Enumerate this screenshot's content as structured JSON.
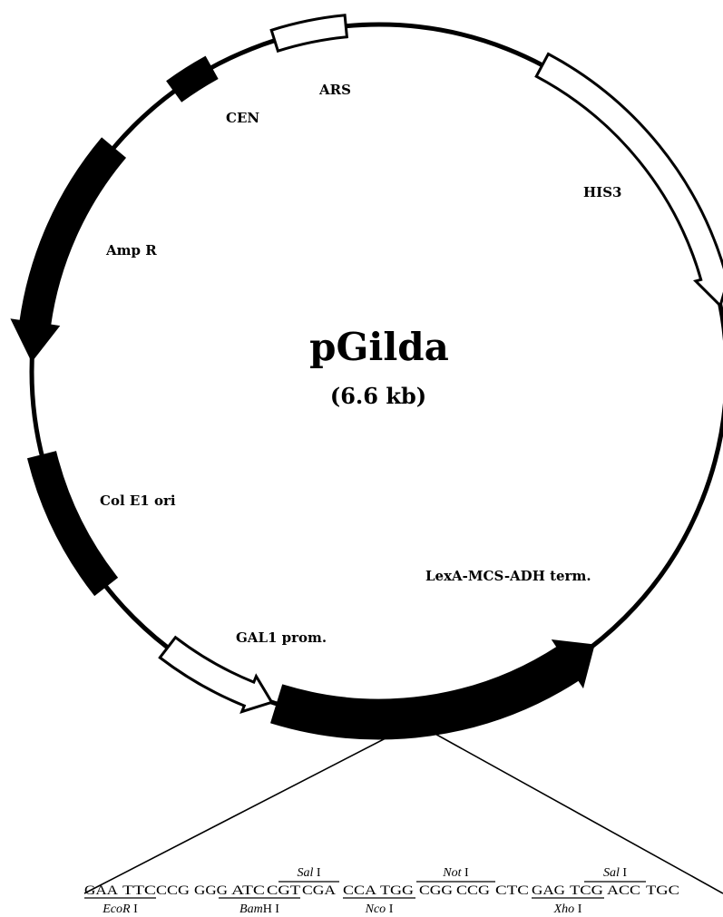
{
  "plasmid": {
    "name": "pGilda",
    "size": "(6.6 kb)"
  },
  "features": {
    "ars": "ARS",
    "cen": "CEN",
    "his3": "HIS3",
    "amp_r": "Amp R",
    "col_e1": "Col E1 ori",
    "lexa": "LexA-MCS-ADH term.",
    "gal1": "GAL1 prom."
  },
  "mcs": {
    "codons": [
      "GAA",
      "TTC",
      "CCG",
      "GGG",
      "ATC",
      "CGT",
      "CGA",
      "CCA",
      "TGG",
      "CGG",
      "CCG",
      "CTC",
      "GAG",
      "TCG",
      "ACC",
      "TGC"
    ],
    "sites_below": [
      {
        "name": "EcoR",
        "suffix": " I"
      },
      {
        "name": "Bam",
        "suffix": "H I"
      },
      {
        "name": "Nco",
        "suffix": " I"
      },
      {
        "name": "Xho",
        "suffix": " I"
      }
    ],
    "sites_above": [
      {
        "name": "Sal",
        "suffix": " I"
      },
      {
        "name": "Not",
        "suffix": " I"
      },
      {
        "name": "Sal",
        "suffix": " I"
      }
    ]
  },
  "colors": {
    "line": "#000000",
    "fill_dark": "#000000",
    "fill_light": "#ffffff"
  }
}
